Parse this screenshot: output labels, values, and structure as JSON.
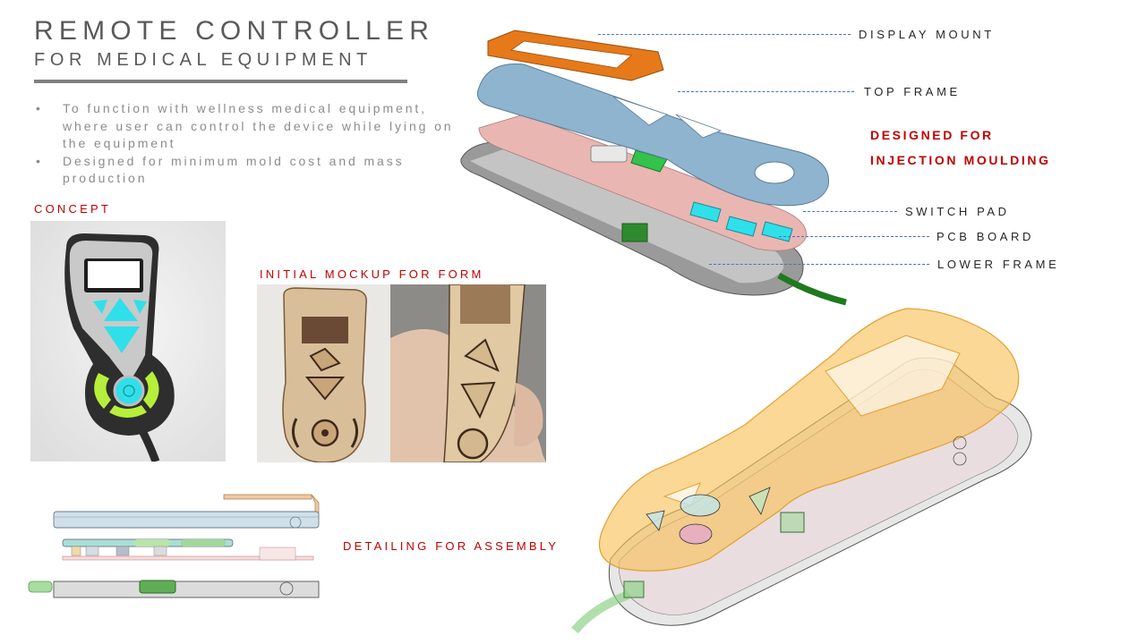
{
  "header": {
    "title": "REMOTE CONTROLLER",
    "subtitle": "FOR MEDICAL EQUIPMENT"
  },
  "description": {
    "bullets": [
      "To function with wellness medical equipment, where user can control the device while lying on the equipment",
      "Designed for minimum mold cost and mass production"
    ]
  },
  "sections": {
    "concept": "CONCEPT",
    "mockup": "INITIAL MOCKUP FOR FORM",
    "assembly": "DETAILING FOR ASSEMBLY"
  },
  "exploded_view": {
    "callouts": [
      "DISPLAY MOUNT",
      "TOP FRAME",
      "SWITCH PAD",
      "PCB BOARD",
      "LOWER FRAME"
    ],
    "note_line1": "DESIGNED FOR",
    "note_line2": "INJECTION MOULDING"
  },
  "colors": {
    "accent_red": "#c00000",
    "leader_blue": "#4472c4",
    "display_mount_orange": "#e6791a",
    "top_frame_blue": "#8fb4cf",
    "pcb_pink": "#e9b6b2",
    "lower_frame_gray": "#9a9a9a",
    "button_cyan": "#2fe0ea",
    "button_lime": "#b6ef3a"
  }
}
